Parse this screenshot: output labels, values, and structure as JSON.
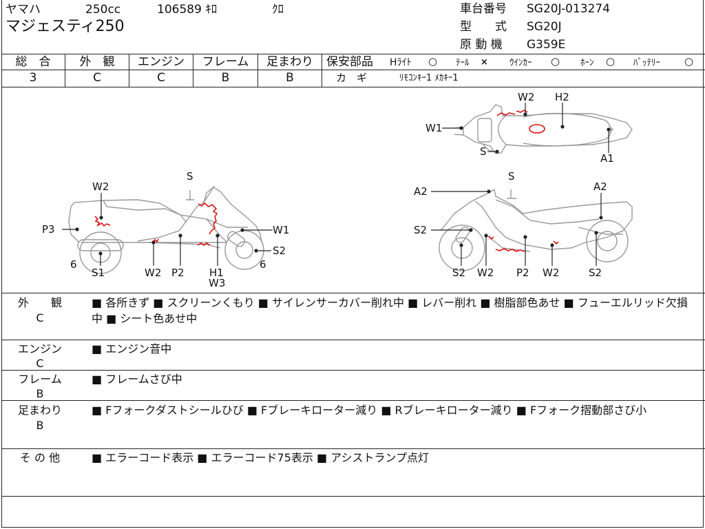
{
  "header": {
    "maker": "ヤマハ",
    "displacement": "250cc",
    "mileage": "106589 ｷﾛ",
    "color": "ｸﾛ",
    "model_name": "マジェスティ250",
    "frame_no_label": "車台番号",
    "frame_no": "SG20J-013274",
    "type_label": "型　　式",
    "type_value": "SG20J",
    "engine_label": "原 動 機",
    "engine_value": "G359E"
  },
  "grades": [
    {
      "label": "総　合",
      "value": "3"
    },
    {
      "label": "外　観",
      "value": "C"
    },
    {
      "label": "エンジン",
      "value": "C"
    },
    {
      "label": "フレーム",
      "value": "B"
    },
    {
      "label": "足まわり",
      "value": "B"
    }
  ],
  "safety": {
    "label": "保安部品",
    "items": [
      {
        "name": "Hﾗｲﾄ",
        "mark": "○"
      },
      {
        "name": "ﾃｰﾙ",
        "mark": "×"
      },
      {
        "name": "ｳｲﾝｶｰ",
        "mark": "○"
      },
      {
        "name": "ﾎｰﾝ",
        "mark": "○"
      },
      {
        "name": "ﾊﾞｯﾃﾘｰ",
        "mark": "○"
      }
    ],
    "key_label": "カ　ギ",
    "key_value": "ﾘﾓｺﾝｷｰ1 ﾒｶｷｰ1"
  },
  "diagram_labels": {
    "left": [
      "W2",
      "S",
      "P3",
      "W1",
      "S2",
      "6",
      "S1",
      "W2",
      "P2",
      "H1",
      "W3",
      "6"
    ],
    "top": [
      "W2",
      "H2",
      "W1",
      "S",
      "A1"
    ],
    "right": [
      "A2",
      "S",
      "A2",
      "S2",
      "S2",
      "W2",
      "P2",
      "W2",
      "S2"
    ]
  },
  "remarks": [
    {
      "category": "外　　観",
      "grade": "C",
      "text": "■ 各所きず ■ スクリーンくもり ■ サイレンサーカバー削れ中 ■ レバー削れ ■ 樹脂部色あせ ■ フューエルリッド欠損中 ■ シート色あせ中"
    },
    {
      "category": "エンジン",
      "grade": "C",
      "text": "■ エンジン音中"
    },
    {
      "category": "フレーム",
      "grade": "B",
      "text": "■ フレームさび中"
    },
    {
      "category": "足まわり",
      "grade": "B",
      "text": "■ Fフォークダストシールひび ■ Fブレーキローター減り ■ Rブレーキローター減り ■ Fフォーク摺動部さび小"
    },
    {
      "category": "そ の 他",
      "grade": "",
      "text": "■ エラーコード表示 ■ エラーコード75表示 ■ アシストランプ点灯"
    }
  ]
}
